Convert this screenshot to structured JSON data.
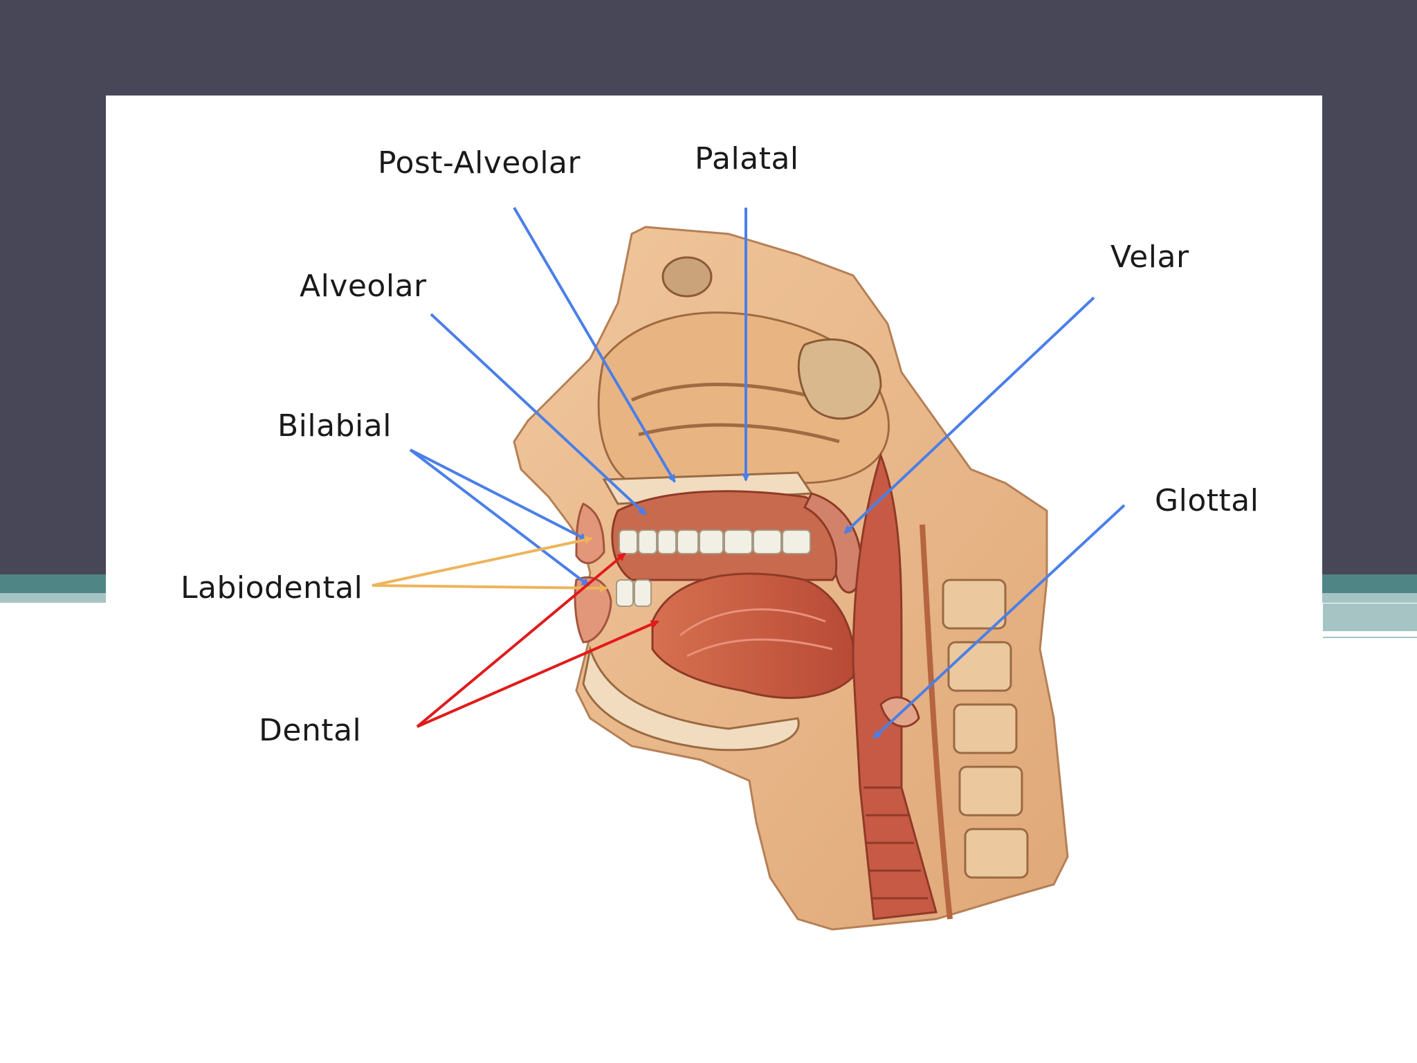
{
  "labels": {
    "post_alveolar": "Post-Alveolar",
    "palatal": "Palatal",
    "velar": "Velar",
    "alveolar": "Alveolar",
    "bilabial": "Bilabial",
    "labiodental": "Labiodental",
    "dental": "Dental",
    "glottal": "Glottal"
  },
  "colors": {
    "header": "#484757",
    "teal_band": "#4f8585",
    "light_band": "#a6c4c4",
    "blue_arrow": "#4a7fe8",
    "orange_arrow": "#eeb45a",
    "red_arrow": "#e11a1a",
    "tissue": "#e8b07a",
    "bone": "#e9c9a0",
    "muscle": "#c8553f",
    "teeth": "#f2efe4"
  },
  "icons": [
    "arrow-icon"
  ]
}
